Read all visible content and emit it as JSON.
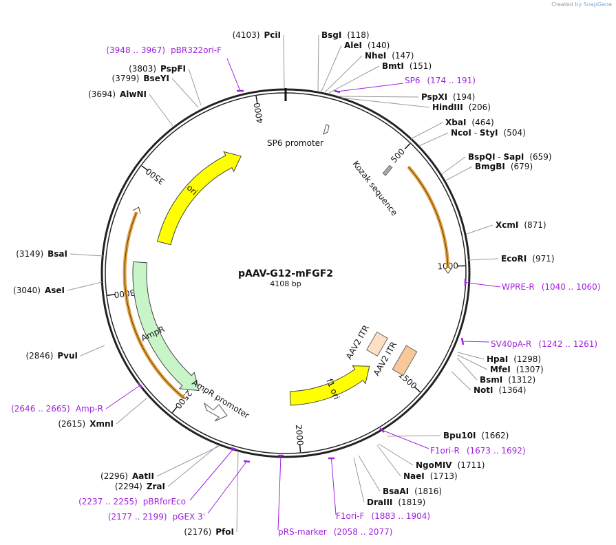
{
  "credit": {
    "prefix": "Created by",
    "brand": "SnapGene"
  },
  "plasmid": {
    "name": "pAAV-G12-mFGF2",
    "size_label": "4108 bp",
    "length": 4108
  },
  "colors": {
    "primer": "#a020e0",
    "ori": "#ffff00",
    "ampr": "#c8f5c8",
    "itr": "#fde0c4",
    "cds_outline": "#e0a040"
  },
  "ticks": [
    {
      "pos": 500,
      "label": "500"
    },
    {
      "pos": 1000,
      "label": "1000"
    },
    {
      "pos": 1500,
      "label": "1500"
    },
    {
      "pos": 2000,
      "label": "2000"
    },
    {
      "pos": 2500,
      "label": "2500"
    },
    {
      "pos": 3000,
      "label": "3000"
    },
    {
      "pos": 3500,
      "label": "3500"
    },
    {
      "pos": 4000,
      "label": "4000"
    }
  ],
  "features": [
    {
      "name": "ori",
      "label": "ori",
      "start": 3240,
      "end": 3870,
      "strand": 1,
      "color": "#ffff00"
    },
    {
      "name": "ampr",
      "label": "AmpR",
      "start": 2470,
      "end": 3130,
      "strand": -1,
      "color": "#c8f5c8"
    },
    {
      "name": "f1-ori",
      "label": "f1 ori",
      "start": 1575,
      "end": 2030,
      "strand": -1,
      "color": "#ffff00"
    },
    {
      "name": "aav2-itr-1",
      "label": "AAV2 ITR",
      "start": 1320,
      "end": 1430,
      "strand": 0,
      "color": "#fde0c4"
    },
    {
      "name": "aav2-itr-2",
      "label": "AAV2 ITR",
      "start": 1420,
      "end": 1530,
      "strand": 0,
      "color": "#f9c79a"
    }
  ],
  "small_features": [
    {
      "name": "sp6-promoter",
      "label": "SP6 promoter",
      "pos": 160
    },
    {
      "name": "kozak-sequence",
      "label": "Kozak sequence",
      "pos": 530
    },
    {
      "name": "ampr-promoter",
      "label": "AmpR promoter",
      "pos": 2450
    }
  ],
  "sites": [
    {
      "name": "PciI",
      "pos": "4103",
      "side": "left"
    },
    {
      "name": "BsgI",
      "pos": "118",
      "side": "right"
    },
    {
      "name": "AleI",
      "pos": "140",
      "side": "right"
    },
    {
      "name": "NheI",
      "pos": "147",
      "side": "right"
    },
    {
      "name": "BmtI",
      "pos": "151",
      "side": "right"
    },
    {
      "name": "PspXI",
      "pos": "194",
      "side": "right"
    },
    {
      "name": "HindIII",
      "pos": "206",
      "side": "right"
    },
    {
      "name": "XbaI",
      "pos": "464",
      "side": "right"
    },
    {
      "name": "NcoI",
      "name2": "StyI",
      "pos": "504",
      "side": "right"
    },
    {
      "name": "BspQI",
      "name2": "SapI",
      "pos": "659",
      "side": "right"
    },
    {
      "name": "BmgBI",
      "pos": "679",
      "side": "right"
    },
    {
      "name": "XcmI",
      "pos": "871",
      "side": "right"
    },
    {
      "name": "EcoRI",
      "pos": "971",
      "side": "right"
    },
    {
      "name": "HpaI",
      "pos": "1298",
      "side": "right"
    },
    {
      "name": "MfeI",
      "pos": "1307",
      "side": "right"
    },
    {
      "name": "BsmI",
      "pos": "1312",
      "side": "right"
    },
    {
      "name": "NotI",
      "pos": "1364",
      "side": "right"
    },
    {
      "name": "Bpu10I",
      "pos": "1662",
      "side": "right"
    },
    {
      "name": "NgoMIV",
      "pos": "1711",
      "side": "right"
    },
    {
      "name": "NaeI",
      "pos": "1713",
      "side": "right"
    },
    {
      "name": "BsaAI",
      "pos": "1816",
      "side": "right"
    },
    {
      "name": "DraIII",
      "pos": "1819",
      "side": "right"
    },
    {
      "name": "PfoI",
      "pos": "2176",
      "side": "left"
    },
    {
      "name": "AatII",
      "pos": "2296",
      "side": "left"
    },
    {
      "name": "ZraI",
      "pos": "2294",
      "side": "left"
    },
    {
      "name": "XmnI",
      "pos": "2615",
      "side": "left"
    },
    {
      "name": "PvuI",
      "pos": "2846",
      "side": "left"
    },
    {
      "name": "AseI",
      "pos": "3040",
      "side": "left"
    },
    {
      "name": "BsaI",
      "pos": "3149",
      "side": "left"
    },
    {
      "name": "AlwNI",
      "pos": "3694",
      "side": "left"
    },
    {
      "name": "BseYI",
      "pos": "3799",
      "side": "left"
    },
    {
      "name": "PspFI",
      "pos": "3803",
      "side": "left"
    }
  ],
  "primers": [
    {
      "name": "pBR322ori-F",
      "range": "3948 .. 3967",
      "side": "left"
    },
    {
      "name": "SP6",
      "range": "174 .. 191",
      "side": "right"
    },
    {
      "name": "WPRE-R",
      "range": "1040 .. 1060",
      "side": "right"
    },
    {
      "name": "SV40pA-R",
      "range": "1242 .. 1261",
      "side": "right"
    },
    {
      "name": "F1ori-R",
      "range": "1673 .. 1692",
      "side": "right"
    },
    {
      "name": "F1ori-F",
      "range": "1883 .. 1904",
      "side": "right"
    },
    {
      "name": "pRS-marker",
      "range": "2058 .. 2077",
      "side": "right"
    },
    {
      "name": "pGEX 3'",
      "range": "2177 .. 2199",
      "side": "left"
    },
    {
      "name": "pBRforEco",
      "range": "2237 .. 2255",
      "side": "left"
    },
    {
      "name": "Amp-R",
      "range": "2646 .. 2665",
      "side": "left"
    }
  ]
}
